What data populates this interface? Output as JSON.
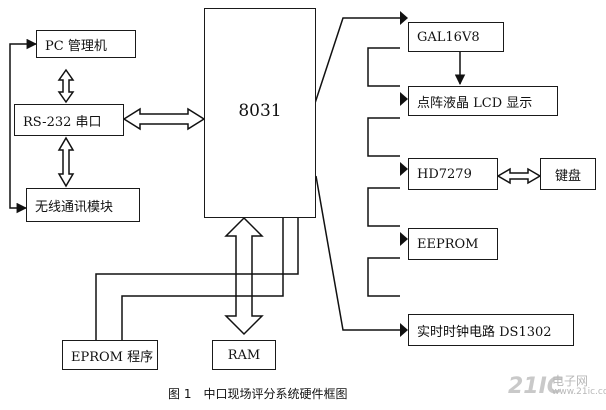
{
  "blocks": {
    "pc": "PC 管理机",
    "rs232": "RS-232 串口",
    "wireless": "无线通讯模块",
    "cpu": "8031",
    "gal": "GAL16V8",
    "lcd": "点阵液晶 LCD 显示",
    "hd7279": "HD7279",
    "keyboard": "键盘",
    "eeprom": "EEPROM",
    "rtc": "实时时钟电路 DS1302",
    "eprom": "EPROM 程序",
    "ram": "RAM"
  },
  "caption": "图 1　中口现场评分系统硬件框图",
  "watermark": {
    "number": "21IC",
    "text": "电子网",
    "domain": "www.21ic.com"
  }
}
